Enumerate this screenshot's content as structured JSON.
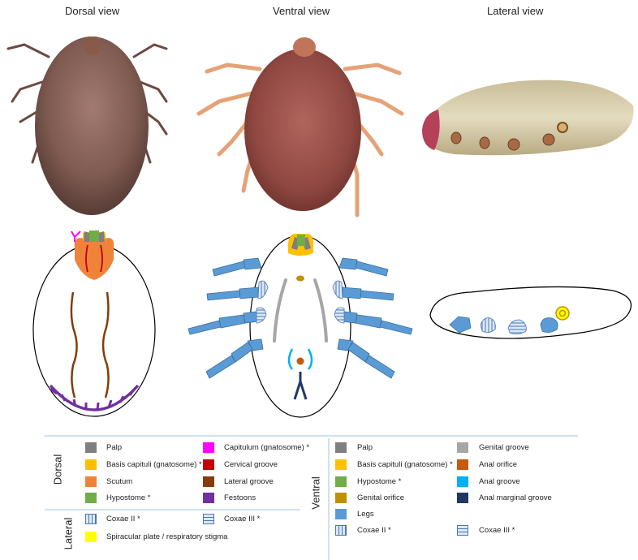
{
  "views": {
    "dorsal": "Dorsal view",
    "ventral": "Ventral view",
    "lateral": "Lateral view"
  },
  "legend": {
    "dorsal": {
      "title": "Dorsal",
      "items": [
        {
          "label": "Palp",
          "color": "#7f7f7f"
        },
        {
          "label": "Basis capituli (gnatosome) *",
          "color": "#ffc000"
        },
        {
          "label": "Scutum",
          "color": "#f0833a"
        },
        {
          "label": "Hypostome *",
          "color": "#70ad47"
        },
        {
          "label": "Capitulum (gnatosome) *",
          "color": "#ff00ff"
        },
        {
          "label": "Cervical groove",
          "color": "#c00000"
        },
        {
          "label": "Lateral groove",
          "color": "#843c0c"
        },
        {
          "label": "Festoons",
          "color": "#7030a0"
        }
      ]
    },
    "lateral": {
      "title": "Lateral",
      "items": [
        {
          "label": "Coxae II *",
          "pattern": "vertical-stripes"
        },
        {
          "label": "Coxae III *",
          "pattern": "horizontal-stripes"
        },
        {
          "label": "Spiracular plate / respiratory stigma",
          "color": "#ffff00"
        }
      ]
    },
    "ventral": {
      "title": "Ventral",
      "items": [
        {
          "label": "Palp",
          "color": "#7f7f7f"
        },
        {
          "label": "Basis capituli  (gnatosome) *",
          "color": "#ffc000"
        },
        {
          "label": "Hypostome *",
          "color": "#70ad47"
        },
        {
          "label": "Genital orifice",
          "color": "#bf9000"
        },
        {
          "label": "Legs",
          "color": "#5b9bd5"
        },
        {
          "label": "Coxae II *",
          "pattern": "vertical-stripes"
        },
        {
          "label": "Genital groove",
          "color": "#a6a6a6"
        },
        {
          "label": "Anal orifice",
          "color": "#c55a11"
        },
        {
          "label": "Anal groove",
          "color": "#00b0f0"
        },
        {
          "label": "Anal marginal groove",
          "color": "#203864"
        },
        {
          "label": "Coxae III *",
          "pattern": "horizontal-stripes"
        }
      ]
    }
  }
}
